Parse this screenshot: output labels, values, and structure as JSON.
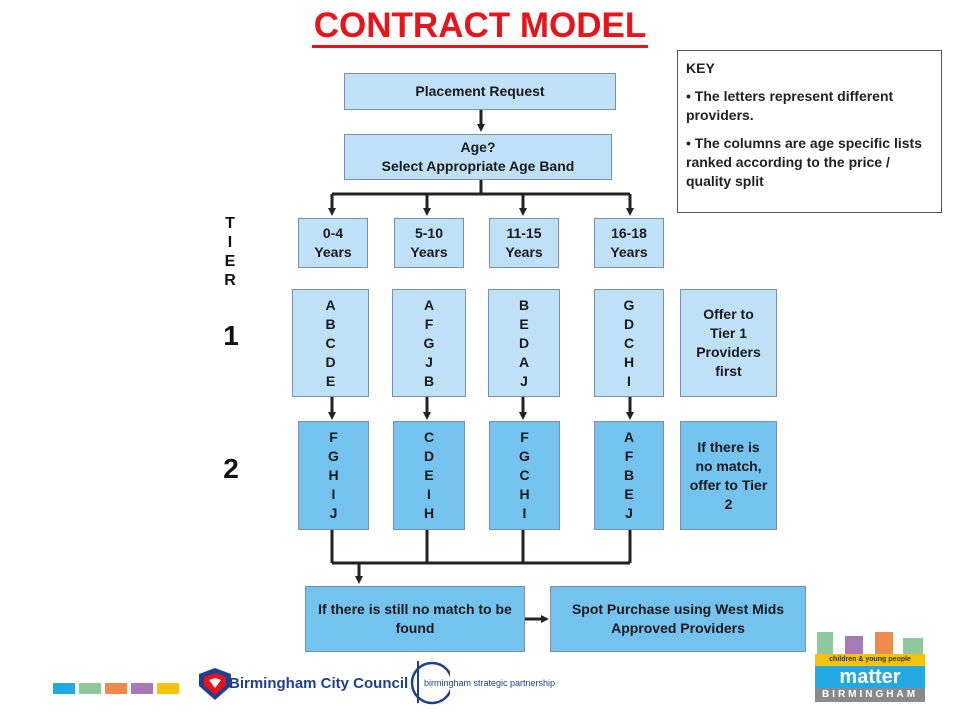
{
  "title": "CONTRACT MODEL",
  "placement_request": "Placement Request",
  "age_question": {
    "line1": "Age?",
    "line2": "Select Appropriate Age Band"
  },
  "key": {
    "heading": "KEY",
    "bullet1": "• The letters represent different providers.",
    "bullet2": "• The columns are age specific lists ranked according to the price / quality split"
  },
  "tier_word": [
    "T",
    "I",
    "E",
    "R"
  ],
  "tier_numbers": {
    "tier1": "1",
    "tier2": "2"
  },
  "age_bands": [
    {
      "line1": "0-4",
      "line2": "Years"
    },
    {
      "line1": "5-10",
      "line2": "Years"
    },
    {
      "line1": "11-15",
      "line2": "Years"
    },
    {
      "line1": "16-18",
      "line2": "Years"
    }
  ],
  "tier1_lists": [
    [
      "A",
      "B",
      "C",
      "D",
      "E"
    ],
    [
      "A",
      "F",
      "G",
      "J",
      "B"
    ],
    [
      "B",
      "E",
      "D",
      "A",
      "J"
    ],
    [
      "G",
      "D",
      "C",
      "H",
      "I"
    ]
  ],
  "tier2_lists": [
    [
      "F",
      "G",
      "H",
      "I",
      "J"
    ],
    [
      "C",
      "D",
      "E",
      "I",
      "H"
    ],
    [
      "F",
      "G",
      "C",
      "H",
      "I"
    ],
    [
      "A",
      "F",
      "B",
      "E",
      "J"
    ]
  ],
  "tier1_note": "Offer to Tier 1 Providers first",
  "tier2_note": "If there is no match, offer to Tier 2",
  "no_match_box": "If there is still no match to be found",
  "spot_purchase_box": "Spot Purchase using West Mids Approved Providers",
  "logos": {
    "bcc": "Birmingham City Council",
    "bsp": "birmingham strategic partnership",
    "cyp_tagline": "children & young people",
    "cyp_main": "matter",
    "cyp_city": "BIRMINGHAM"
  },
  "colors": {
    "title_red": "#e8141b",
    "light_box": "#bfe1f7",
    "mid_box": "#74c3ef",
    "connector": "#222222",
    "swatches": [
      "#22a9e1",
      "#8fc89a",
      "#f08a4b",
      "#a67bb5",
      "#f5c20d"
    ]
  }
}
